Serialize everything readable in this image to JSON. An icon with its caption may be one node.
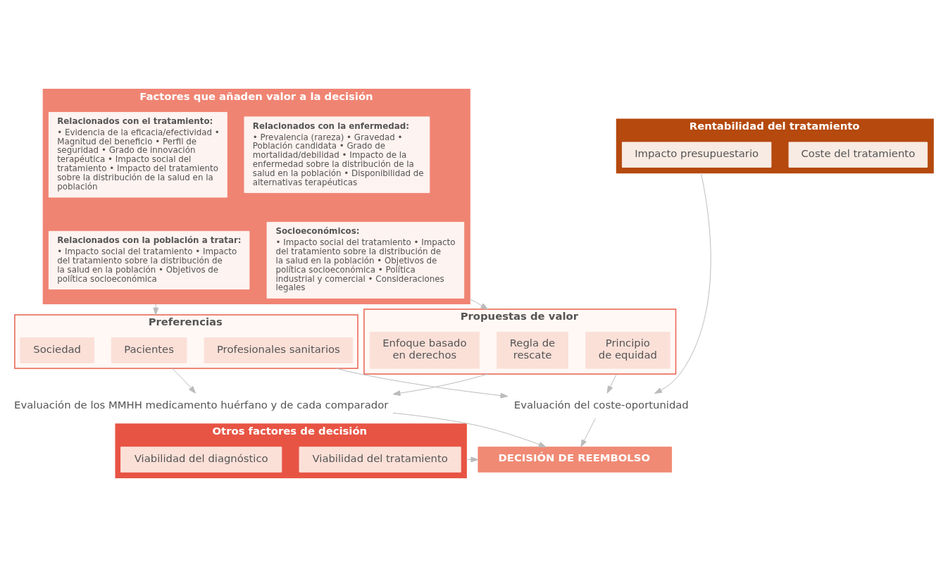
{
  "diagram": {
    "nodes": [
      {
        "text": [
          "Factores que añaden valor a la decisión"
        ]
      },
      {
        "text": [
          "Relacionados con la enfermedad:",
          "• Prevalencia (rareza) • Gravedad • Población candidata • Grado de mortalidad/debilidad • Impacto de la enfermedad sobre la distribución de la salud en la población • Disponibilidad de alternativas terapéuticas"
        ],
        "in": 0
      },
      {
        "text": [
          "Relacionados con el tratamiento:",
          "• Evidencia de la eficacia/efectividad • Magnitud del beneficio • Perfil de seguridad • Grado de innovación terapéutica • Impacto social del tratamiento • Impacto del tratamiento sobre la distribución de la salud en la población"
        ],
        "in": 0
      },
      {
        "text": [
          "Relacionados con la población a tratar:",
          "• Impacto social del tratamiento • Impacto del tratamiento sobre la distribución de la salud en la población • Objetivos de política socioeconómica"
        ],
        "in": 0
      },
      {
        "text": [
          "Socioeconómicos:",
          "• Impacto social del tratamiento • Impacto del tratamiento sobre la distribución de la salud en la población • Objetivos de política socioeconómica • Política industrial y comercial • Consideraciones legales"
        ],
        "in": 0
      },
      {
        "text": [
          "Rentabilidad del tratamiento"
        ]
      },
      {
        "text": [
          "Coste del tratamiento"
        ],
        "in": 5
      },
      {
        "text": [
          "Impacto presupuestario"
        ],
        "in": 5
      },
      {
        "text": [
          "Preferencias"
        ]
      },
      {
        "text": [
          "Pacientes"
        ],
        "in": 8
      },
      {
        "text": [
          "Profesionales sanitarios"
        ],
        "in": 8
      },
      {
        "text": [
          "Sociedad"
        ],
        "in": 8
      },
      {
        "text": [
          "Propuestas de valor"
        ]
      },
      {
        "text": [
          "Regla de rescate"
        ],
        "in": 12
      },
      {
        "text": [
          "Principio de equidad"
        ],
        "in": 12
      },
      {
        "text": [
          "Enfoque basado en derechos"
        ],
        "in": 12
      },
      {
        "text": [
          "Evaluación de los MMHH medicamento huérfano y de cada comparador"
        ]
      },
      {
        "text": [
          "Evaluación del coste-oportunidad"
        ]
      },
      {
        "text": [
          "Otros factores de decisión"
        ]
      },
      {
        "text": [
          "Viabilidad del diagnóstico"
        ],
        "in": 18
      },
      {
        "text": [
          "Viabilidad del tratamiento"
        ],
        "in": 18
      },
      {
        "text": [
          "DECISIÓN DE REEMBOLSO"
        ]
      }
    ],
    "edges": [
      {
        "from": 0,
        "to": 8,
        "arrow": "to"
      },
      {
        "from": 0,
        "to": 12,
        "arrow": "to"
      },
      {
        "from": 5,
        "to": 17,
        "arrow": "to"
      },
      {
        "from": 8,
        "to": 16,
        "arrow": "to"
      },
      {
        "from": 8,
        "to": 17,
        "arrow": "to"
      },
      {
        "from": 12,
        "to": 16,
        "arrow": "to"
      },
      {
        "from": 12,
        "to": 17,
        "arrow": "to"
      },
      {
        "from": 16,
        "to": 21,
        "arrow": "to"
      },
      {
        "from": 17,
        "to": 21,
        "arrow": "to"
      },
      {
        "from": 18,
        "to": 21,
        "arrow": "to"
      }
    ]
  }
}
